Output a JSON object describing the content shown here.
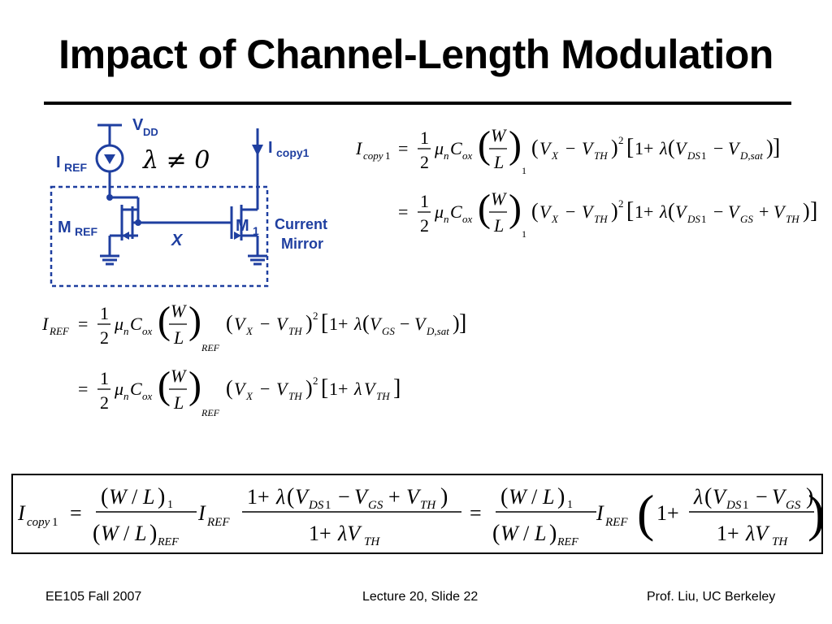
{
  "slide": {
    "title": "Impact of Channel-Length Modulation",
    "circuit": {
      "vdd": "V",
      "vdd_sub": "DD",
      "iref": "I",
      "iref_sub": "REF",
      "icopy": "I",
      "icopy_sub": "copy1",
      "mref": "M",
      "mref_sub": "REF",
      "m1": "M",
      "m1_sub": "1",
      "x_label": "X",
      "mirror_line1": "Current",
      "mirror_line2": "Mirror",
      "lambda_note": "λ ≠ 0"
    },
    "footer": {
      "left": "EE105 Fall 2007",
      "center": "Lecture 20, Slide 22",
      "right": "Prof. Liu, UC Berkeley"
    },
    "colors": {
      "circuit_blue": "#1f3fa0",
      "text": "#000000"
    }
  }
}
